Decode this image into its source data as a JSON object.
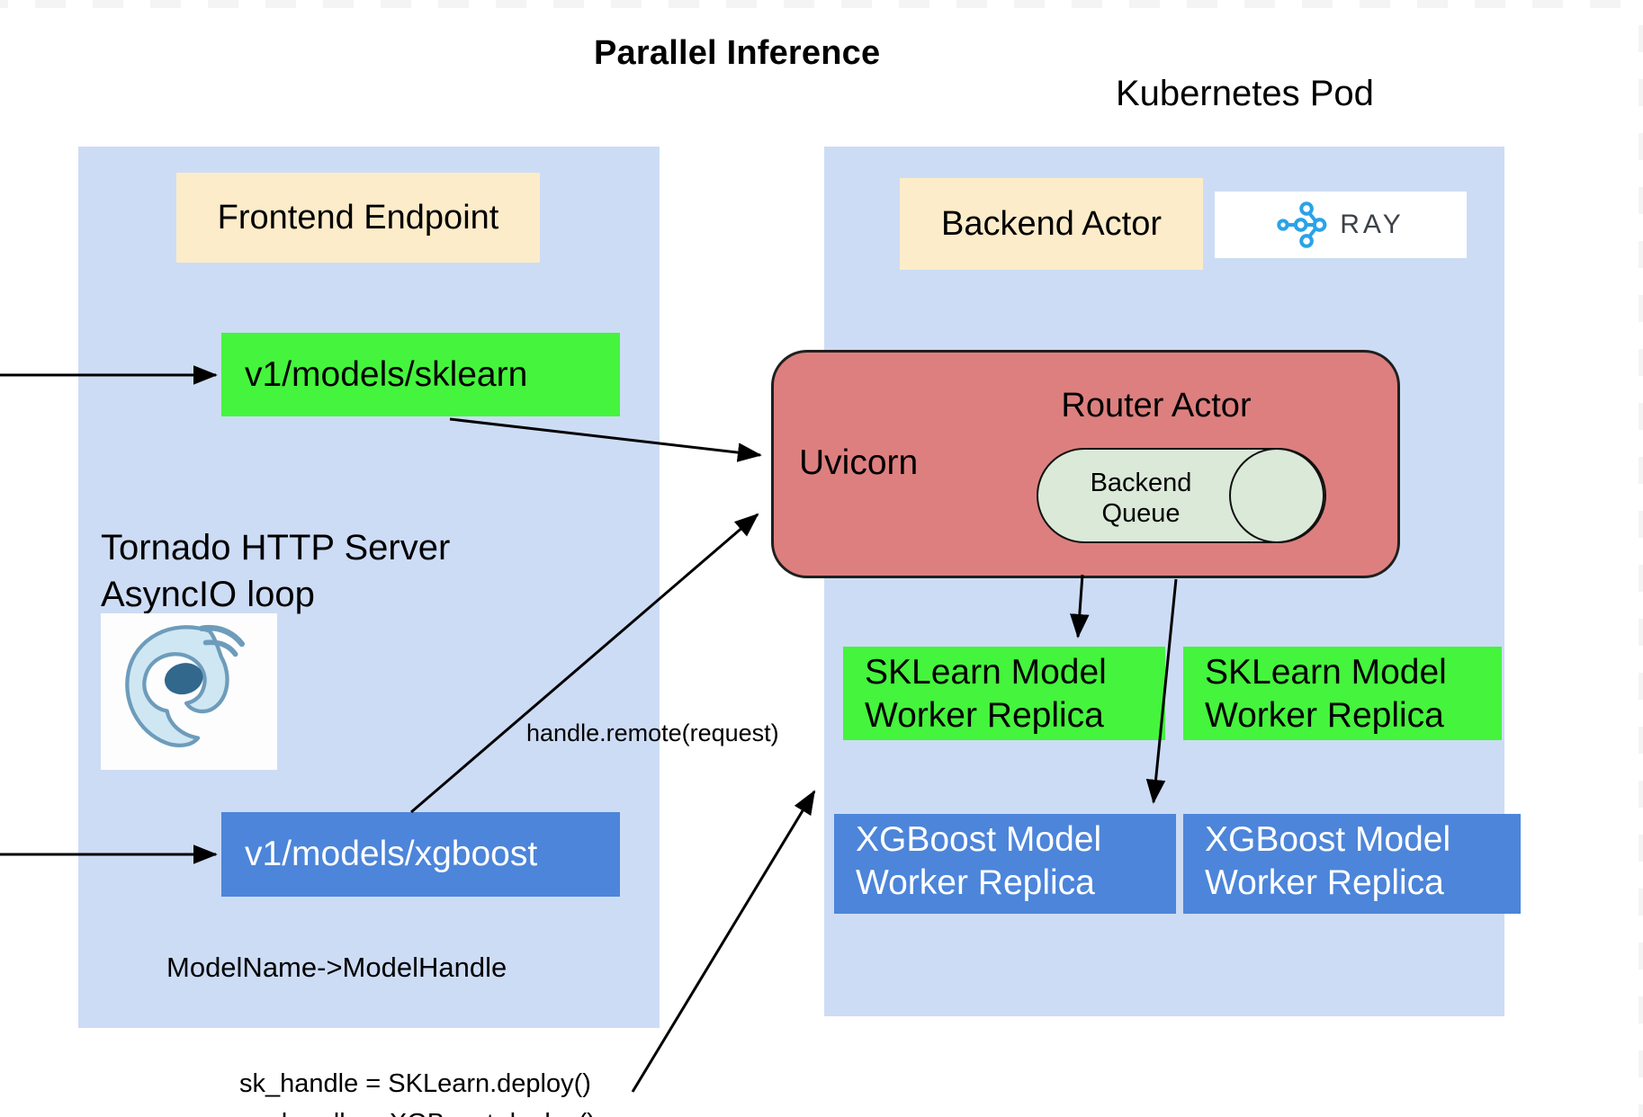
{
  "title": "Parallel Inference",
  "kubernetes_label": "Kubernetes Pod",
  "left_panel": {
    "frontend_label": "Frontend Endpoint",
    "sklearn_route": "v1/models/sklearn",
    "xgboost_route": "v1/models/xgboost",
    "tornado_line1": "Tornado HTTP Server",
    "tornado_line2": "AsyncIO loop",
    "model_map": "ModelName->ModelHandle"
  },
  "right_panel": {
    "backend_label": "Backend Actor",
    "ray_label": "RAY",
    "router_label": "Router Actor",
    "uvicorn_label": "Uvicorn",
    "queue_line1": "Backend",
    "queue_line2": "Queue",
    "sklearn_worker_line1": "SKLearn Model",
    "sklearn_worker_line2": "Worker Replica",
    "xgboost_worker_line1": "XGBoost Model",
    "xgboost_worker_line2": "Worker Replica"
  },
  "annotations": {
    "handle_remote": "handle.remote(request)",
    "deploy_line1": "sk_handle = SKLearn.deploy()",
    "deploy_line2": "xg_handle = XGBoost.deploy()"
  },
  "colors": {
    "panel_blue": "#cddcf5",
    "route_green": "#45f43d",
    "route_blue": "#4c85da",
    "router_red": "#dd7f7f",
    "cream": "#fcecc9",
    "cylinder_green": "#dbe9d8",
    "ray_blue": "#2aa3e8",
    "checker_gray": "#f4f4f4",
    "arrow_black": "#000000"
  }
}
